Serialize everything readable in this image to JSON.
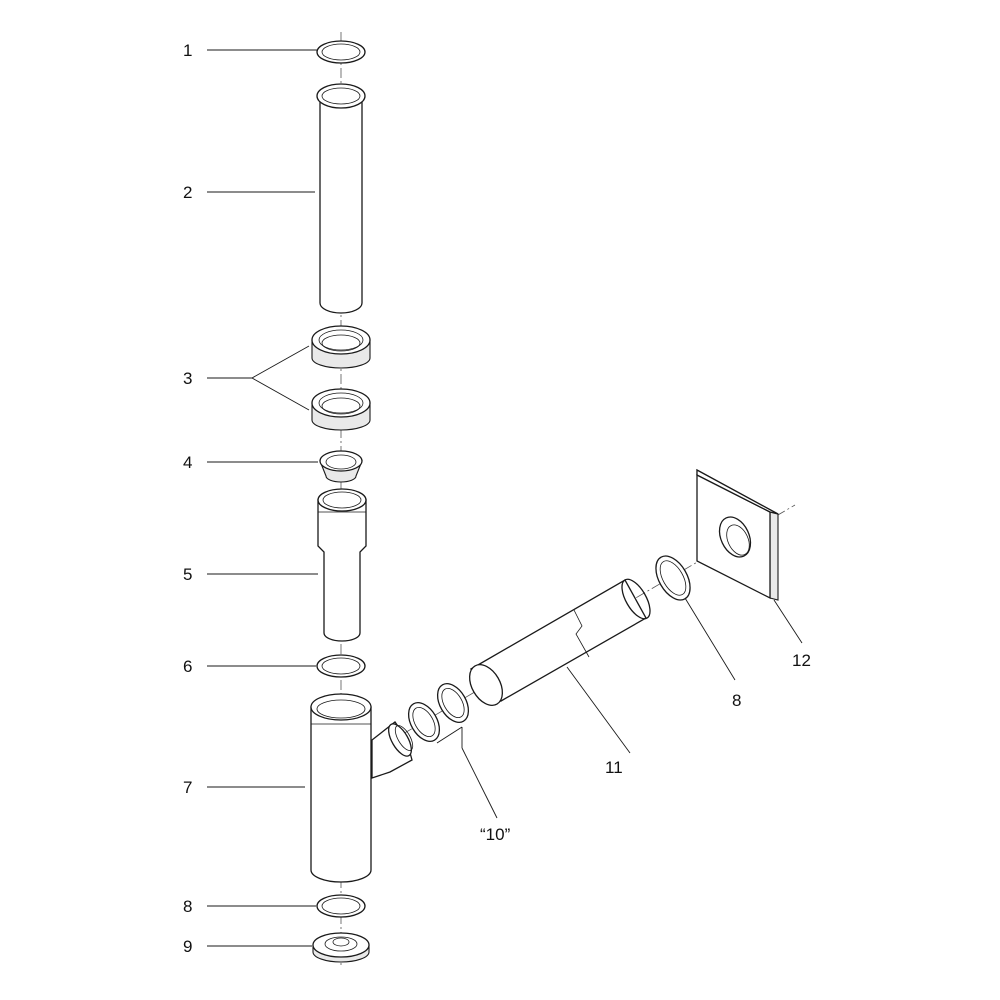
{
  "callouts": {
    "c1": "1",
    "c2": "2",
    "c3": "3",
    "c4": "4",
    "c5": "5",
    "c6": "6",
    "c7": "7",
    "c8_bottom": "8",
    "c9": "9",
    "c10": "“10”",
    "c11": "11",
    "c8_right": "8",
    "c12": "12"
  }
}
